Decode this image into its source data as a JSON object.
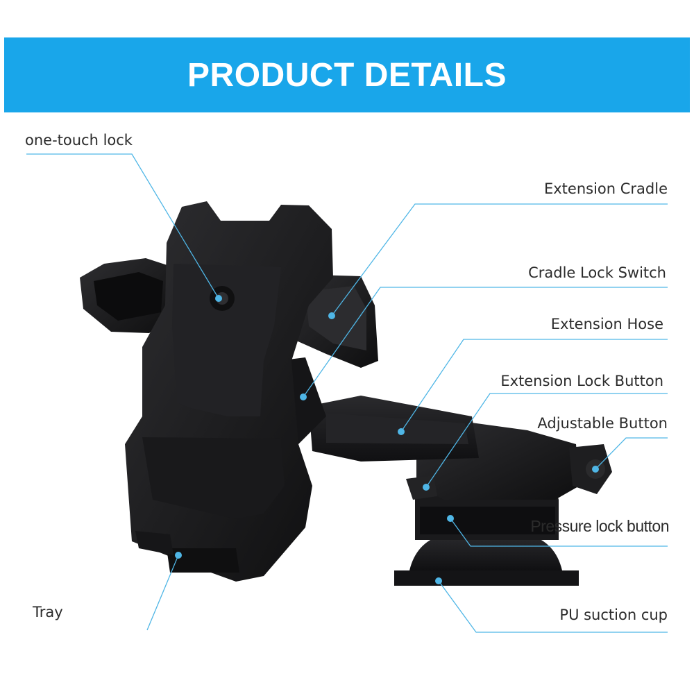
{
  "banner": {
    "title": "PRODUCT DETAILS"
  },
  "labels": {
    "one_touch_lock": "one-touch lock",
    "extension_cradle": "Extension Cradle",
    "cradle_lock_switch": "Cradle Lock Switch",
    "extension_hose": "Extension Hose",
    "extension_lock_button": "Extension Lock Button",
    "adjustable_button": "Adjustable Button",
    "pressure_lock_button": "Pressure lock button",
    "tray": "Tray",
    "pu_suction_cup": "PU suction cup"
  },
  "colors": {
    "banner": "#19a6ea",
    "leader_line": "#4fb6e6",
    "product_body": "#1c1c1e"
  }
}
